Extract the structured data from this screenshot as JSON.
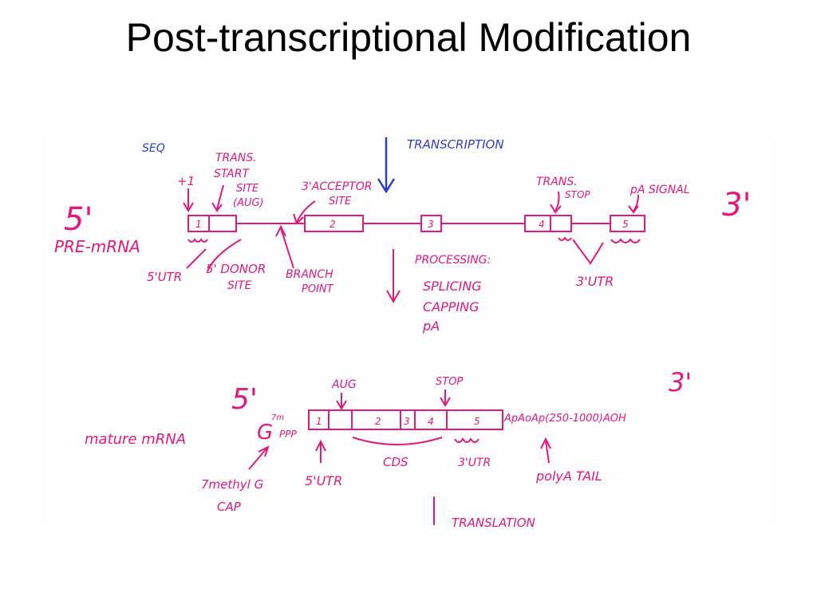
{
  "slide": {
    "title": "Post-transcriptional Modification"
  },
  "diagram": {
    "top": {
      "seq": "SEQ",
      "transcription": "TRANSCRIPTION",
      "five_prime": "5'",
      "three_prime": "3'",
      "pre_mrna": "PRE-mRNA",
      "plus_one": "+1",
      "trans_start": [
        "TRANS.",
        "START",
        "SITE",
        "(AUG)"
      ],
      "acceptor": [
        "3'ACCEPTOR",
        "SITE"
      ],
      "trans_stop": [
        "TRANS.",
        "STOP"
      ],
      "pa_signal": "pA SIGNAL",
      "exons": [
        "1",
        "2",
        "3",
        "4",
        "5"
      ],
      "five_utr": "5'UTR",
      "donor": [
        "5' DONOR",
        "SITE"
      ],
      "branch": [
        "BRANCH",
        "POINT"
      ],
      "three_utr": "3'UTR",
      "processing": [
        "PROCESSING:",
        "SPLICING",
        "CAPPING",
        "pA"
      ]
    },
    "bottom": {
      "five_prime": "5'",
      "three_prime": "3'",
      "mature_mrna": "mature mRNA",
      "cap_g": "G",
      "cap_m": "7m",
      "ppp": "PPP",
      "aug": "AUG",
      "stop": "STOP",
      "exons": [
        "1",
        "2",
        "3",
        "4",
        "5"
      ],
      "polya": "ApAoAp(250-1000)AOH",
      "cds": "CDS",
      "three_utr": "3'UTR",
      "five_utr": "5'UTR",
      "methyl_cap": [
        "7methyl G",
        "CAP"
      ],
      "poly_tail": "polyA TAIL",
      "translation": "TRANSLATION"
    }
  }
}
